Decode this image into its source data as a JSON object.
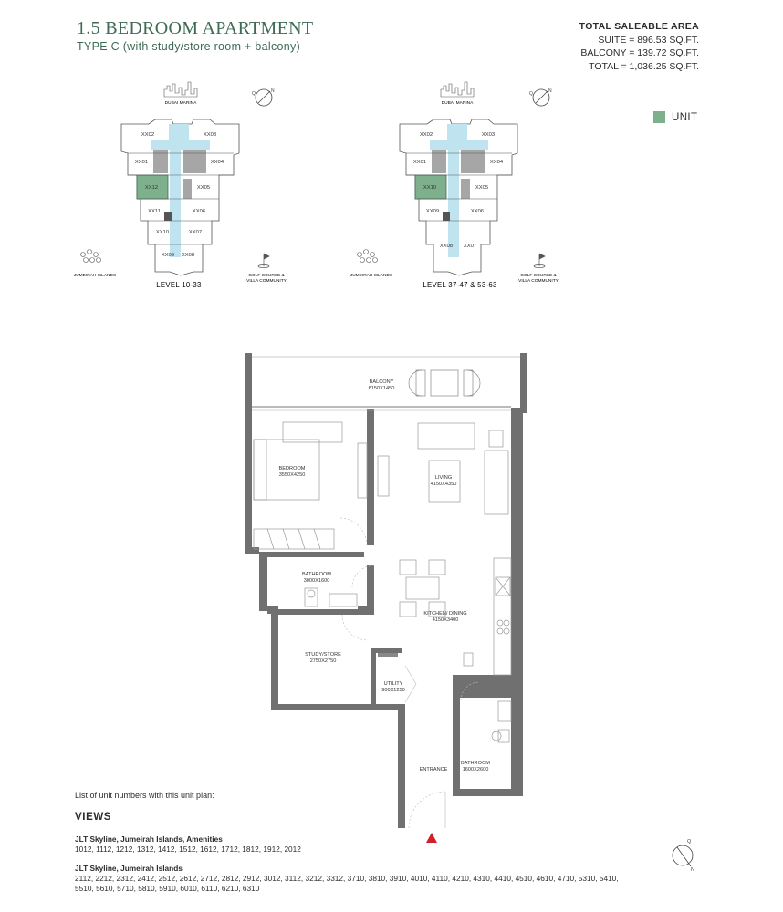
{
  "header": {
    "title": "1.5 BEDROOM APARTMENT",
    "subtitle": "TYPE C (with study/store room + balcony)"
  },
  "area": {
    "heading": "TOTAL SALEABLE AREA",
    "suite": "SUITE = 896.53 SQ.FT.",
    "balcony": "BALCONY = 139.72 SQ.FT.",
    "total": "TOTAL = 1,036.25 SQ.FT."
  },
  "legend": {
    "unit_label": "UNIT",
    "unit_color": "#7fb08e"
  },
  "key_plans": [
    {
      "level_label": "LEVEL 10-33",
      "top_label": "DUBAI MARINA",
      "left_label": "JUMEIRAH ISLANDS",
      "right_label_1": "GOLF COURSE &",
      "right_label_2": "VILLA COMMUNITY",
      "units": [
        "XX02",
        "XX03",
        "XX01",
        "XX04",
        "XX12",
        "XX05",
        "XX11",
        "XX06",
        "XX10",
        "XX07",
        "XX09",
        "XX08"
      ],
      "highlighted": "XX12"
    },
    {
      "level_label": "LEVEL 37-47 & 53-63",
      "top_label": "DUBAI MARINA",
      "left_label": "JUMEIRAH ISLANDS",
      "right_label_1": "GOLF COURSE &",
      "right_label_2": "VILLA COMMUNITY",
      "units": [
        "XX02",
        "XX03",
        "XX01",
        "XX04",
        "XX10",
        "XX05",
        "XX09",
        "XX06",
        "XX08",
        "XX07"
      ],
      "highlighted": "XX10"
    }
  ],
  "floor_plan": {
    "rooms": [
      {
        "name": "BALCONY",
        "dim": "8150X1450"
      },
      {
        "name": "BEDROOM",
        "dim": "3550X4250"
      },
      {
        "name": "LIVING",
        "dim": "4150X4350"
      },
      {
        "name": "BATHROOM",
        "dim": "3000X1600"
      },
      {
        "name": "KITCHEN/ DINING",
        "dim": "4150X3400"
      },
      {
        "name": "STUDY/STORE",
        "dim": "2750X2750"
      },
      {
        "name": "UTILITY",
        "dim": "900X1250"
      },
      {
        "name": "ENTRANCE",
        "dim": ""
      },
      {
        "name": "BATHROOM",
        "dim": "1600X2600"
      }
    ],
    "wall_color": "#707070",
    "entry_marker_color": "#d0202a"
  },
  "footer": {
    "units_intro": "List of unit numbers with this unit plan:",
    "views_heading": "VIEWS",
    "groups": [
      {
        "title": "JLT Skyline, Jumeirah Islands, Amenities",
        "units": "1012, 1112, 1212, 1312, 1412, 1512, 1612, 1712, 1812, 1912, 2012"
      },
      {
        "title": "JLT Skyline, Jumeirah Islands",
        "units": "2112, 2212, 2312, 2412, 2512, 2612, 2712, 2812, 2912, 3012, 3112, 3212, 3312, 3710, 3810, 3910, 4010, 4110, 4210, 4310, 4410, 4510, 4610, 4710, 5310, 5410, 5510, 5610, 5710, 5810, 5910, 6010, 6110, 6210, 6310"
      }
    ]
  }
}
